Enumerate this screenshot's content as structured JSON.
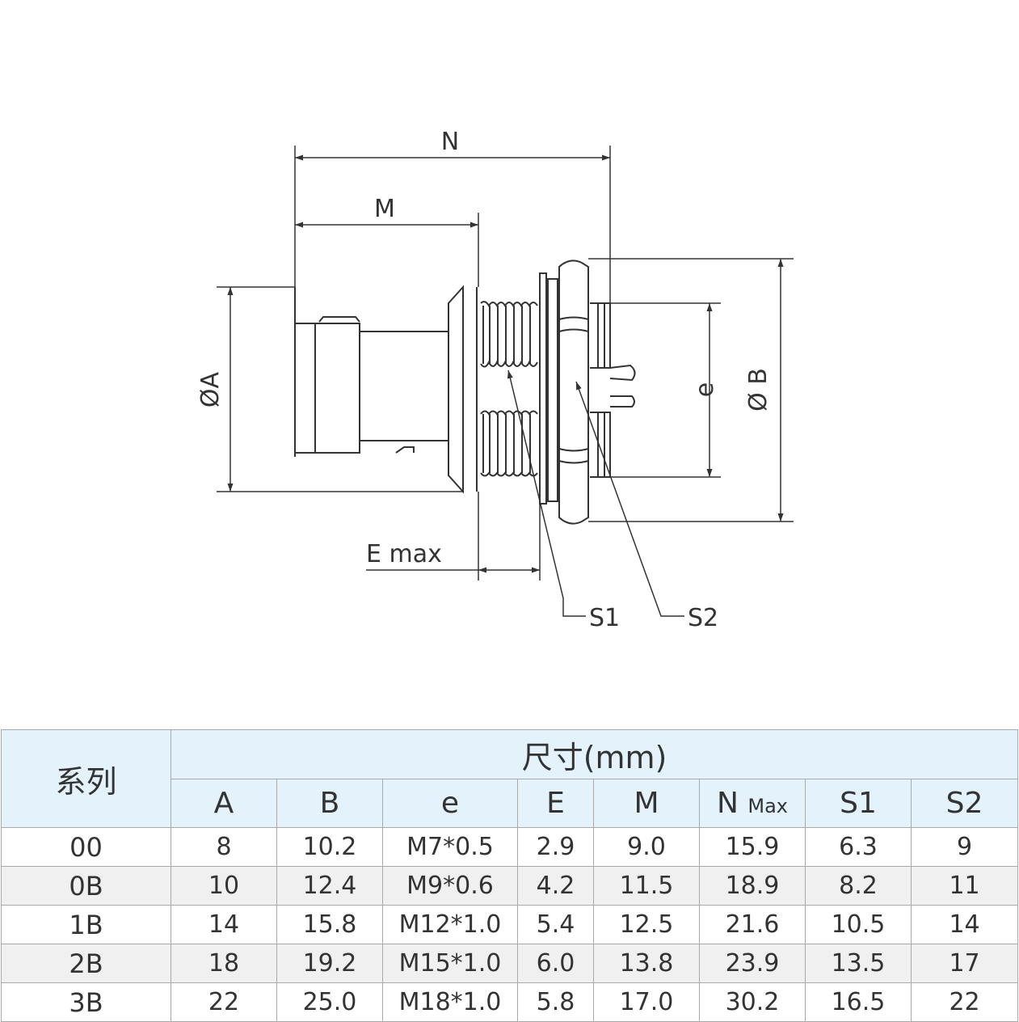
{
  "diagram": {
    "labels": {
      "N": "N",
      "M": "M",
      "dia_A": "ØA",
      "dia_B": "Ø B",
      "e": "e",
      "E_max": "E max",
      "S1": "S1",
      "S2": "S2"
    }
  },
  "table": {
    "series_header": "系列",
    "group_header": "尺寸(mm)",
    "columns": [
      {
        "main": "A",
        "sub": ""
      },
      {
        "main": "B",
        "sub": ""
      },
      {
        "main": "e",
        "sub": ""
      },
      {
        "main": "E",
        "sub": ""
      },
      {
        "main": "M",
        "sub": ""
      },
      {
        "main": "N",
        "sub": "Max"
      },
      {
        "main": "S1",
        "sub": ""
      },
      {
        "main": "S2",
        "sub": ""
      }
    ],
    "rows": [
      {
        "series": "00",
        "values": [
          "8",
          "10.2",
          "M7*0.5",
          "2.9",
          "9.0",
          "15.9",
          "6.3",
          "9"
        ]
      },
      {
        "series": "0B",
        "values": [
          "10",
          "12.4",
          "M9*0.6",
          "4.2",
          "11.5",
          "18.9",
          "8.2",
          "11"
        ]
      },
      {
        "series": "1B",
        "values": [
          "14",
          "15.8",
          "M12*1.0",
          "5.4",
          "12.5",
          "21.6",
          "10.5",
          "14"
        ]
      },
      {
        "series": "2B",
        "values": [
          "18",
          "19.2",
          "M15*1.0",
          "6.0",
          "13.8",
          "23.9",
          "13.5",
          "17"
        ]
      },
      {
        "series": "3B",
        "values": [
          "22",
          "25.0",
          "M18*1.0",
          "5.8",
          "17.0",
          "30.2",
          "16.5",
          "22"
        ]
      }
    ]
  }
}
